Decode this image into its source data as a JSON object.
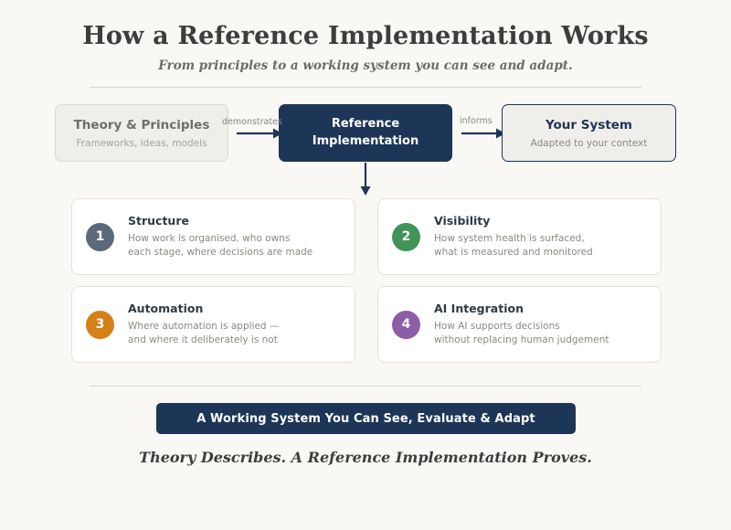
{
  "header": {
    "title": "How a Reference Implementation Works",
    "subtitle": "From principles to a working system you can see and adapt."
  },
  "flow": {
    "theory": {
      "title": "Theory & Principles",
      "subtitle": "Frameworks, ideas, models"
    },
    "reference": {
      "title_line1": "Reference",
      "title_line2": "Implementation"
    },
    "your_system": {
      "title": "Your System",
      "subtitle": "Adapted to your context"
    },
    "arrow_1_label": "demonstrates",
    "arrow_2_label": "informs"
  },
  "cards": [
    {
      "number": "1",
      "title": "Structure",
      "description": "How work is organised, who owns\neach stage, where decisions are made",
      "color": "#5a6a7a"
    },
    {
      "number": "2",
      "title": "Visibility",
      "description": "How system health is surfaced,\nwhat is measured and monitored",
      "color": "#3f9456"
    },
    {
      "number": "3",
      "title": "Automation",
      "description": "Where automation is applied —\nand where it deliberately is not",
      "color": "#d68018"
    },
    {
      "number": "4",
      "title": "AI Integration",
      "description": "How AI supports decisions\nwithout replacing human judgement",
      "color": "#8b5ea6"
    }
  ],
  "footer": {
    "banner": "A Working System You Can See, Evaluate & Adapt",
    "tagline": "Theory Describes. A Reference Implementation Proves."
  },
  "theme": {
    "background": "#faf8f5",
    "navy": "#1d3557",
    "card_background": "#ffffff",
    "card_border": "#e4e0da",
    "rule_color": "#d9d5cf"
  }
}
